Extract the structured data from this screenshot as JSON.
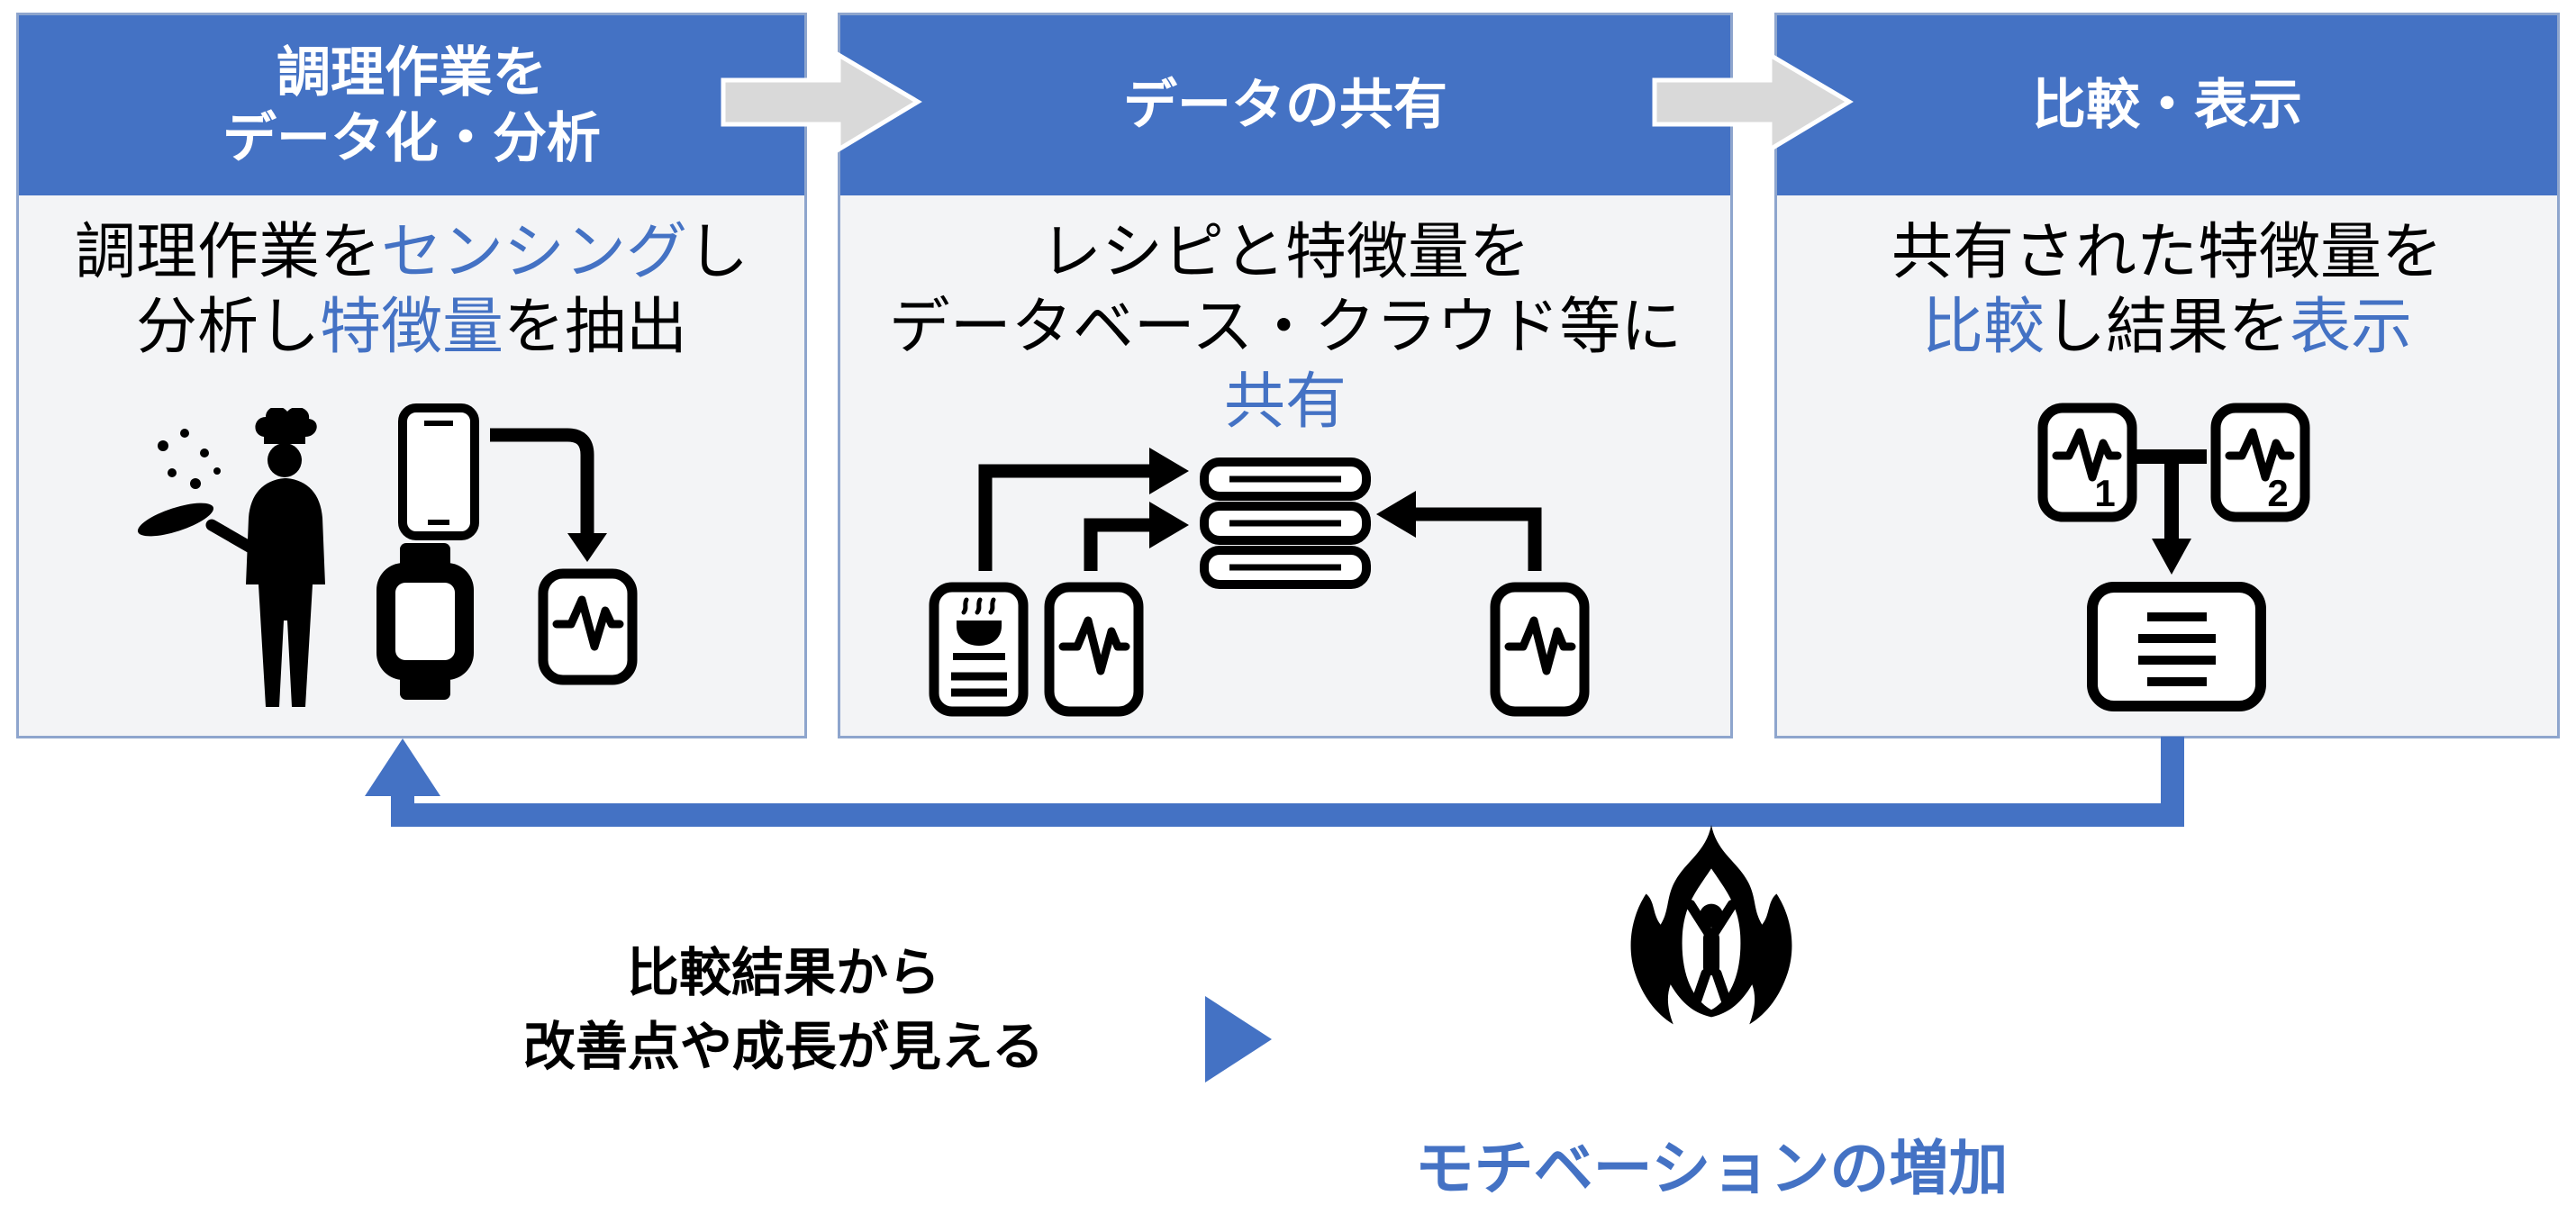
{
  "title": "調理データ共有フロー図",
  "colors": {
    "accent_blue": "#4472C4",
    "box_background": "#F3F4F6",
    "box_border": "#8EA5CD",
    "gray_arrow": "#D9D9D9",
    "icon_black": "#000000"
  },
  "steps": {
    "step1": {
      "header_line1": "調理作業を",
      "header_line2": "データ化・分析",
      "body": {
        "seg1": "調理作業を",
        "seg2": "センシング",
        "seg3": "し",
        "seg4": "分析し",
        "seg5": "特徴量",
        "seg6": "を抽出"
      }
    },
    "step2": {
      "header": "データの共有",
      "body_line1": "レシピと特徴量を",
      "body_line2": "データベース・クラウド等に",
      "body_line3": "共有"
    },
    "step3": {
      "header": "比較・表示",
      "body_line1": "共有された特徴量を",
      "body": {
        "seg1": "比較",
        "seg2": "し結果を",
        "seg3": "表示"
      },
      "signal_badge_1": "1",
      "signal_badge_2": "2"
    }
  },
  "bottom": {
    "note_line1": "比較結果から",
    "note_line2": "改善点や成長が見える",
    "motivation_label": "モチベーションの増加"
  },
  "icons": {
    "step1": [
      "chef-cooking-icon",
      "smartphone-icon",
      "smartwatch-icon",
      "waveform-signal-icon"
    ],
    "step2": [
      "recipe-card-icon",
      "waveform-signal-icon",
      "database-stack-icon",
      "waveform-signal-icon"
    ],
    "step3": [
      "waveform-signal-1-icon",
      "waveform-signal-2-icon",
      "list-display-icon"
    ],
    "bottom": [
      "play-triangle-icon",
      "motivated-person-flame-icon"
    ],
    "connectors": [
      "block-arrow-right",
      "block-arrow-right",
      "feedback-loop-arrow"
    ]
  }
}
